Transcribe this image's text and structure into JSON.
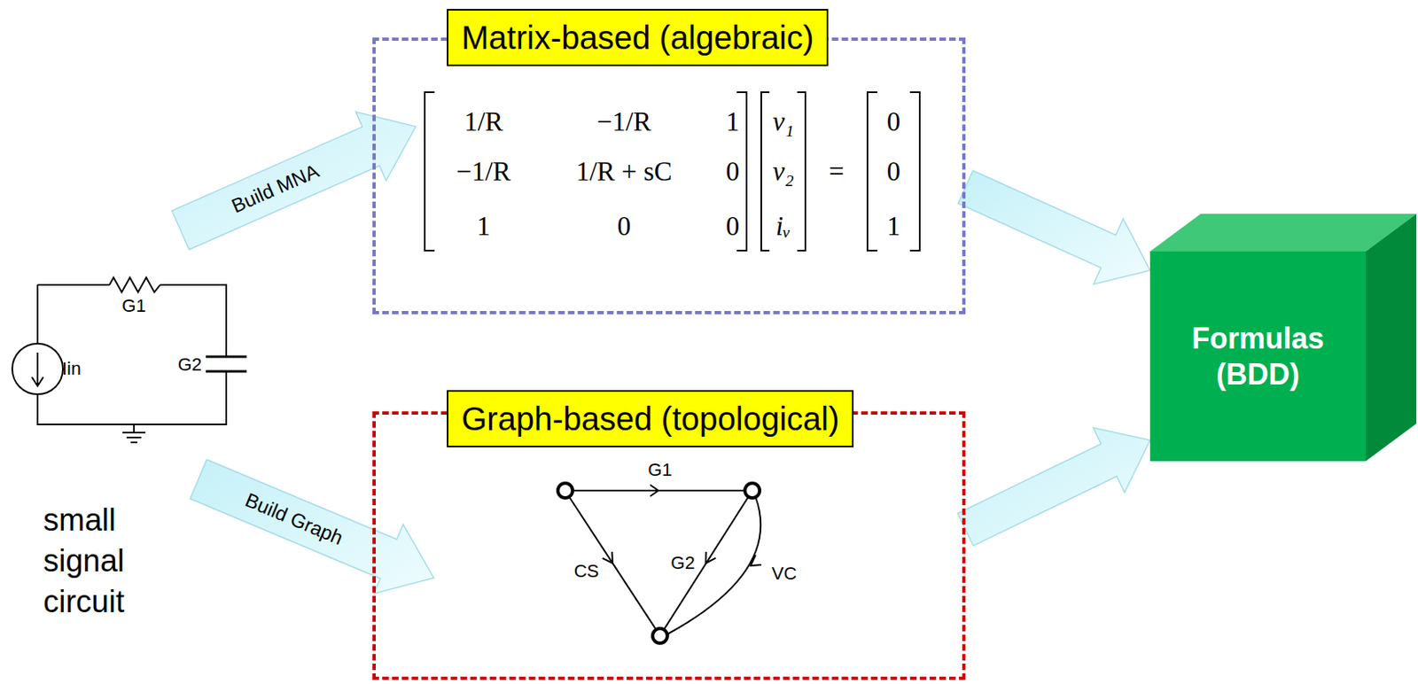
{
  "diagram": {
    "nodes": [
      {
        "text": [
          "Matrix-based (algebraic)"
        ]
      },
      {
        "text": [
          "Graph-based (topological)"
        ]
      },
      {
        "text": [
          "Formulas (BDD)"
        ]
      }
    ],
    "edges": [
      {
        "from": 0,
        "to": 2,
        "arrow": "to"
      },
      {
        "from": 1,
        "to": 2,
        "arrow": "to"
      }
    ],
    "labels": [
      "G1",
      "Iin",
      "G2",
      "small signal circuit",
      "Build MNA",
      "Build Graph",
      "1/R",
      "−1/R",
      "1",
      "−1/R",
      "1/R + sC",
      "0",
      "1",
      "0",
      "0",
      "v₁",
      "v₂",
      "iᵥ",
      "=",
      "0",
      "0",
      "1",
      "G1",
      "CS",
      "G2",
      "VC"
    ]
  }
}
